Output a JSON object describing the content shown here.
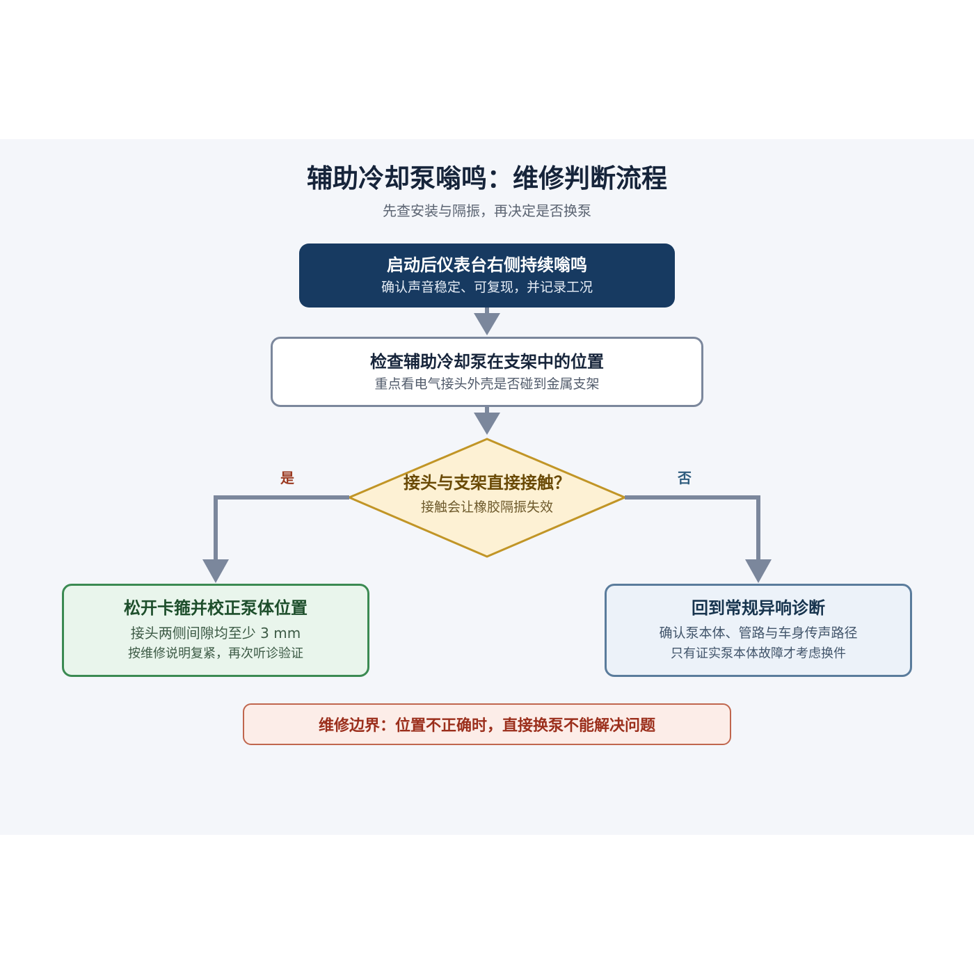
{
  "header": {
    "title": "辅助冷却泵嗡鸣：维修判断流程",
    "subtitle": "先查安装与隔振，再决定是否换泵"
  },
  "nodes": {
    "start": {
      "head": "启动后仪表台右侧持续嗡鸣",
      "sub": "确认声音稳定、可复现，并记录工况"
    },
    "check": {
      "head": "检查辅助冷却泵在支架中的位置",
      "sub": "重点看电气接头外壳是否碰到金属支架"
    },
    "decision": {
      "head": "接头与支架直接接触？",
      "sub": "接触会让橡胶隔振失效"
    },
    "yes_action": {
      "head": "松开卡箍并校正泵体位置",
      "line1": "接头两侧间隙均至少 3 mm",
      "line2": "按维修说明复紧，再次听诊验证"
    },
    "no_action": {
      "head": "回到常规异响诊断",
      "line1": "确认泵本体、管路与车身传声路径",
      "line2": "只有证实泵本体故障才考虑换件"
    }
  },
  "branches": {
    "yes": "是",
    "no": "否"
  },
  "note": "维修边界：位置不正确时，直接换泵不能解决问题",
  "colors": {
    "start_fill": "#173a61",
    "decision_fill": "#fdf1d4",
    "decision_stroke": "#c19526",
    "yes_border": "#3b8a52",
    "no_border": "#5a7c9c",
    "connector": "#7b879c",
    "note_border": "#c0664d"
  }
}
